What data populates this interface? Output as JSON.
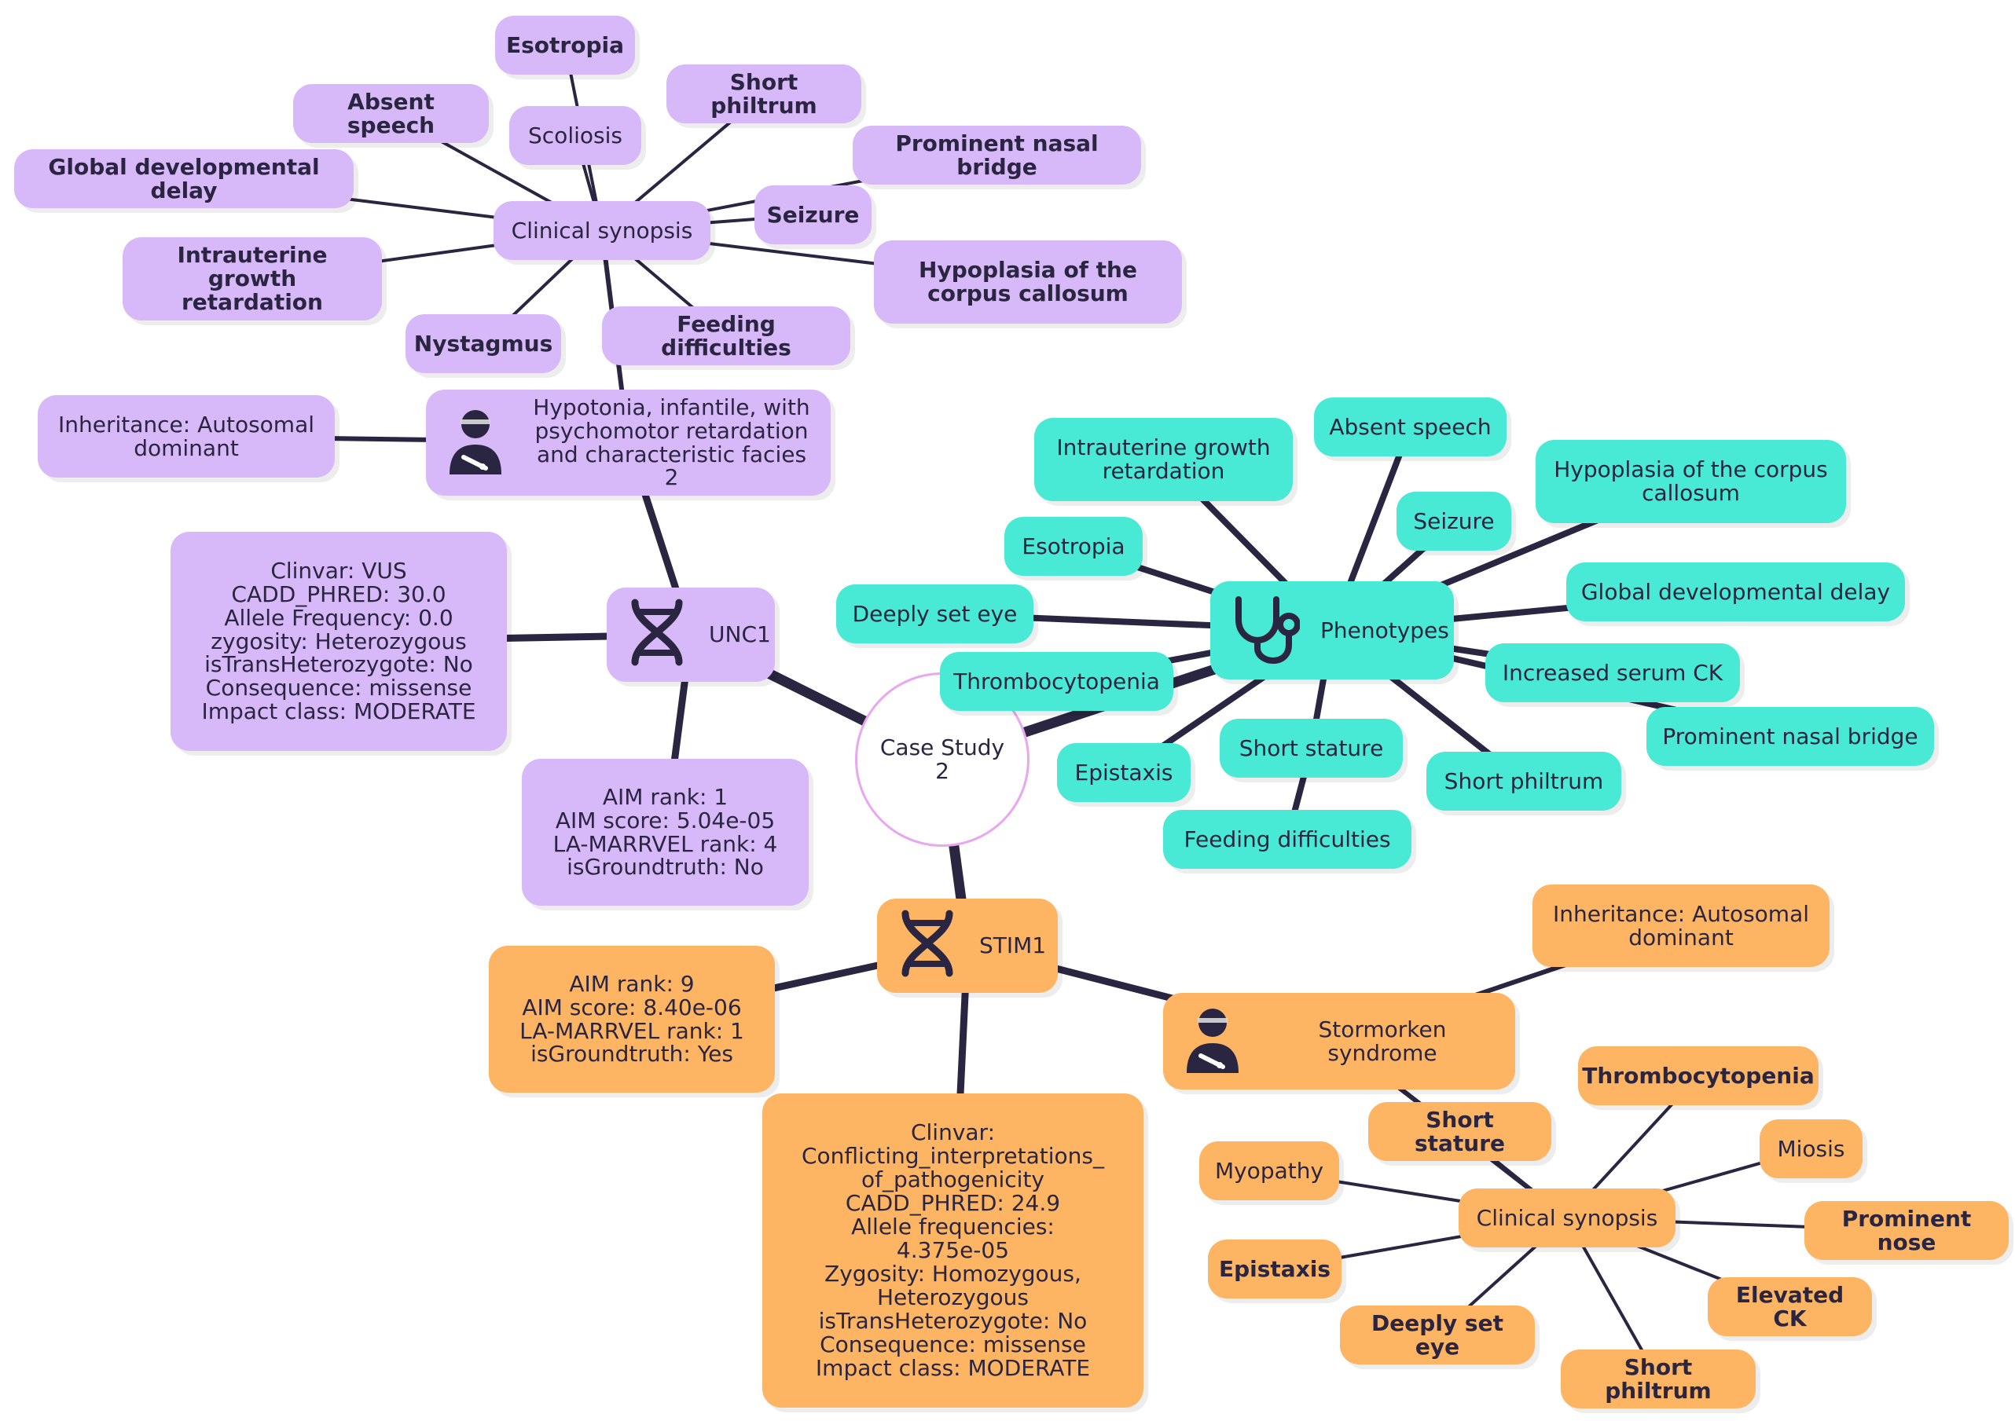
{
  "colors": {
    "purple": "#d7b8f8",
    "teal": "#48ead5",
    "orange": "#fdb463",
    "edge": "#2a2540",
    "center_border": "#e9a6f1"
  },
  "nodes": {
    "center": {
      "label": "Case Study 2"
    },
    "unc1": {
      "label": "UNC1",
      "icon": "dna-icon"
    },
    "unc1_variant": {
      "label": "Clinvar: VUS\nCADD_PHRED: 30.0\nAllele Frequency: 0.0\nzygosity: Heterozygous\nisTransHeterozygote: No\nConsequence: missense\nImpact class: MODERATE"
    },
    "unc1_rank": {
      "label": "AIM rank: 1\nAIM score: 5.04e-05\nLA-MARRVEL rank: 4\nisGroundtruth: No"
    },
    "unc1_disease": {
      "label": "Hypotonia, infantile, with psychomotor retardation and characteristic facies 2",
      "icon": "patient-icon"
    },
    "unc1_inheritance": {
      "label": "Inheritance: Autosomal dominant"
    },
    "unc1_synopsis": {
      "label": "Clinical synopsis"
    },
    "p_esotropia": {
      "label": "Esotropia"
    },
    "p_absent_speech": {
      "label": "Absent speech"
    },
    "p_scoliosis": {
      "label": "Scoliosis"
    },
    "p_short_philtrum": {
      "label": "Short philtrum"
    },
    "p_prominent_nasal": {
      "label": "Prominent nasal bridge"
    },
    "p_global_delay": {
      "label": "Global developmental delay"
    },
    "p_seizure": {
      "label": "Seizure"
    },
    "p_iugr": {
      "label": "Intrauterine growth retardation"
    },
    "p_hypoplasia": {
      "label": "Hypoplasia of the corpus callosum"
    },
    "p_nystagmus": {
      "label": "Nystagmus"
    },
    "p_feeding": {
      "label": "Feeding difficulties"
    },
    "phenotypes": {
      "label": "Phenotypes",
      "icon": "stethoscope-icon"
    },
    "t_iugr": {
      "label": "Intrauterine growth retardation"
    },
    "t_absent_speech": {
      "label": "Absent speech"
    },
    "t_hypoplasia": {
      "label": "Hypoplasia of the corpus callosum"
    },
    "t_esotropia": {
      "label": "Esotropia"
    },
    "t_seizure": {
      "label": "Seizure"
    },
    "t_global_delay": {
      "label": "Global developmental delay"
    },
    "t_deeply_set_eye": {
      "label": "Deeply set eye"
    },
    "t_increased_ck": {
      "label": "Increased serum CK"
    },
    "t_thrombocytopenia": {
      "label": "Thrombocytopenia"
    },
    "t_prominent_nasal": {
      "label": "Prominent nasal bridge"
    },
    "t_epistaxis": {
      "label": "Epistaxis"
    },
    "t_short_stature": {
      "label": "Short stature"
    },
    "t_short_philtrum": {
      "label": "Short philtrum"
    },
    "t_feeding": {
      "label": "Feeding difficulties"
    },
    "stim1": {
      "label": "STIM1",
      "icon": "dna-icon"
    },
    "stim1_rank": {
      "label": "AIM rank: 9\nAIM score: 8.40e-06\nLA-MARRVEL rank: 1\nisGroundtruth: Yes"
    },
    "stim1_variant": {
      "label": "Clinvar:\nConflicting_interpretations_\nof_pathogenicity\nCADD_PHRED: 24.9\nAllele frequencies:\n4.375e-05\nZygosity: Homozygous,\nHeterozygous\nisTransHeterozygote: No\nConsequence: missense\nImpact class: MODERATE"
    },
    "stim1_disease": {
      "label": "Stormorken syndrome",
      "icon": "patient-icon"
    },
    "stim1_inheritance": {
      "label": "Inheritance: Autosomal dominant"
    },
    "stim1_synopsis": {
      "label": "Clinical synopsis"
    },
    "o_short_stature": {
      "label": "Short stature"
    },
    "o_thrombocytopenia": {
      "label": "Thrombocytopenia"
    },
    "o_myopathy": {
      "label": "Myopathy"
    },
    "o_miosis": {
      "label": "Miosis"
    },
    "o_prominent_nose": {
      "label": "Prominent nose"
    },
    "o_epistaxis": {
      "label": "Epistaxis"
    },
    "o_elevated_ck": {
      "label": "Elevated CK"
    },
    "o_deeply_set_eye": {
      "label": "Deeply set eye"
    },
    "o_short_philtrum": {
      "label": "Short philtrum"
    }
  },
  "edges": [
    [
      "center",
      "unc1"
    ],
    [
      "center",
      "stim1"
    ],
    [
      "center",
      "phenotypes"
    ],
    [
      "unc1",
      "unc1_variant"
    ],
    [
      "unc1",
      "unc1_rank"
    ],
    [
      "unc1",
      "unc1_disease"
    ],
    [
      "unc1_disease",
      "unc1_inheritance"
    ],
    [
      "unc1_disease",
      "unc1_synopsis"
    ],
    [
      "unc1_synopsis",
      "p_esotropia"
    ],
    [
      "unc1_synopsis",
      "p_absent_speech"
    ],
    [
      "unc1_synopsis",
      "p_scoliosis"
    ],
    [
      "unc1_synopsis",
      "p_short_philtrum"
    ],
    [
      "unc1_synopsis",
      "p_prominent_nasal"
    ],
    [
      "unc1_synopsis",
      "p_global_delay"
    ],
    [
      "unc1_synopsis",
      "p_seizure"
    ],
    [
      "unc1_synopsis",
      "p_iugr"
    ],
    [
      "unc1_synopsis",
      "p_hypoplasia"
    ],
    [
      "unc1_synopsis",
      "p_nystagmus"
    ],
    [
      "unc1_synopsis",
      "p_feeding"
    ],
    [
      "phenotypes",
      "t_iugr"
    ],
    [
      "phenotypes",
      "t_absent_speech"
    ],
    [
      "phenotypes",
      "t_hypoplasia"
    ],
    [
      "phenotypes",
      "t_esotropia"
    ],
    [
      "phenotypes",
      "t_seizure"
    ],
    [
      "phenotypes",
      "t_global_delay"
    ],
    [
      "phenotypes",
      "t_deeply_set_eye"
    ],
    [
      "phenotypes",
      "t_increased_ck"
    ],
    [
      "phenotypes",
      "t_thrombocytopenia"
    ],
    [
      "phenotypes",
      "t_prominent_nasal"
    ],
    [
      "phenotypes",
      "t_epistaxis"
    ],
    [
      "phenotypes",
      "t_short_stature"
    ],
    [
      "phenotypes",
      "t_short_philtrum"
    ],
    [
      "t_short_stature",
      "t_feeding"
    ],
    [
      "stim1",
      "stim1_rank"
    ],
    [
      "stim1",
      "stim1_variant"
    ],
    [
      "stim1",
      "stim1_disease"
    ],
    [
      "stim1_disease",
      "stim1_inheritance"
    ],
    [
      "stim1_disease",
      "stim1_synopsis"
    ],
    [
      "stim1_synopsis",
      "o_short_stature"
    ],
    [
      "stim1_synopsis",
      "o_thrombocytopenia"
    ],
    [
      "stim1_synopsis",
      "o_myopathy"
    ],
    [
      "stim1_synopsis",
      "o_miosis"
    ],
    [
      "stim1_synopsis",
      "o_prominent_nose"
    ],
    [
      "stim1_synopsis",
      "o_epistaxis"
    ],
    [
      "stim1_synopsis",
      "o_elevated_ck"
    ],
    [
      "stim1_synopsis",
      "o_deeply_set_eye"
    ],
    [
      "stim1_synopsis",
      "o_short_philtrum"
    ]
  ]
}
